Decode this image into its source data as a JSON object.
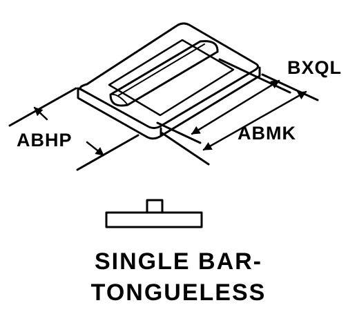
{
  "dimensions": {
    "overall_length": "BXQL",
    "bar_length": "ABMK",
    "width": "ABHP"
  },
  "caption": {
    "line1": "SINGLE BAR-",
    "line2": "TONGUELESS"
  },
  "colors": {
    "ink": "#000000",
    "paper": "#ffffff"
  }
}
